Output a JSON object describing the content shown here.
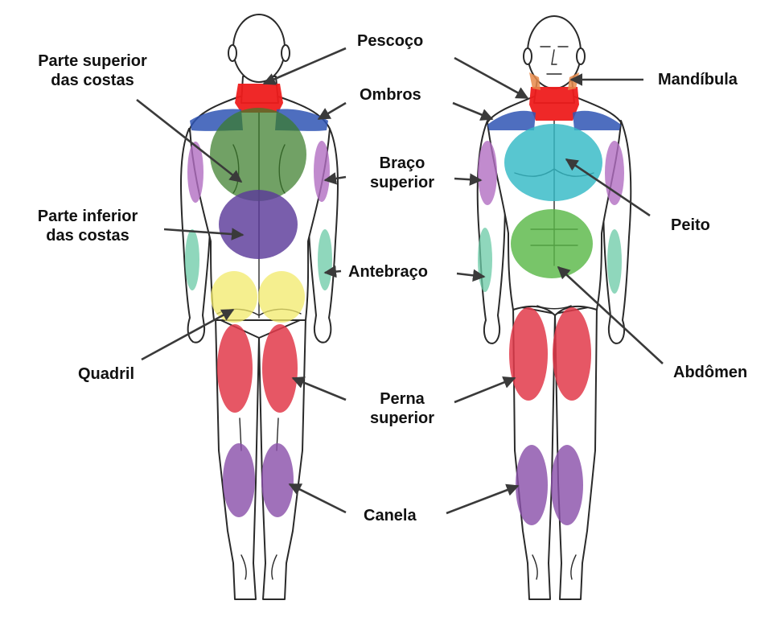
{
  "colors": {
    "neck": "#ee1c1c",
    "shoulders": "#2f55b4",
    "upper_back": "#3a7d2a",
    "lower_back": "#5b3a9a",
    "upper_arm": "#b26ec2",
    "forearm": "#69c9a5",
    "hip": "#f2ea6a",
    "upper_leg": "#e23a4a",
    "shin": "#8b52ab",
    "chest": "#33b9c6",
    "abdomen": "#5ab848",
    "jaw": "#e68a4a"
  },
  "labels": {
    "upper_back": [
      "Parte superior",
      "das costas"
    ],
    "neck": "Pescoço",
    "jaw": "Mandíbula",
    "shoulders": "Ombros",
    "upper_arm": [
      "Braço",
      "superior"
    ],
    "lower_back": [
      "Parte inferior",
      "das costas"
    ],
    "chest": "Peito",
    "forearm": "Antebraço",
    "hip": "Quadril",
    "abdomen": "Abdômen",
    "upper_leg": [
      "Perna",
      "superior"
    ],
    "shin": "Canela"
  }
}
